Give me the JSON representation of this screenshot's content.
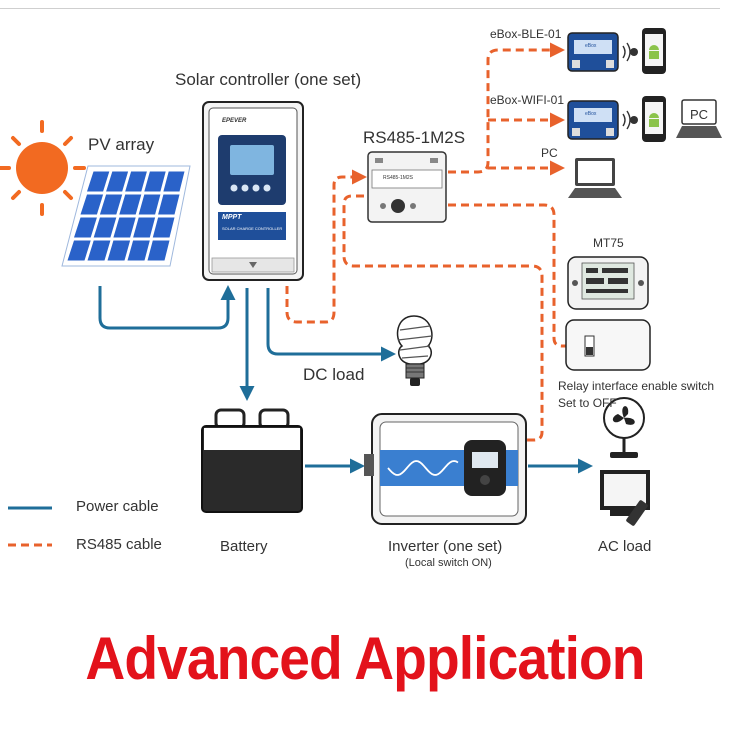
{
  "labels": {
    "pv_array": "PV array",
    "solar_controller": "Solar controller (one set)",
    "rs485_module": "RS485-1M2S",
    "ebox_ble": "eBox-BLE-01",
    "ebox_wifi": "eBox-WIFI-01",
    "pc_top": "PC",
    "pc_mid": "PC",
    "mt75": "MT75",
    "dc_load": "DC load",
    "relay_line1": "Relay interface enable switch",
    "relay_line2": "Set to OFF",
    "battery": "Battery",
    "inverter": "Inverter (one set)",
    "inverter_note": "(Local switch ON)",
    "ac_load": "AC load"
  },
  "legend": {
    "power_cable": "Power cable",
    "rs485_cable": "RS485 cable"
  },
  "device_text": {
    "controller_brand": "EPEVER",
    "controller_mppt": "MPPT",
    "controller_sub": "SOLAR CHARGE CONTROLLER",
    "rs485_module_small": "RS485-1M2S",
    "ebox_small": "eBox"
  },
  "headline": "Advanced Application",
  "colors": {
    "power_cable": "#1f6e99",
    "rs485_cable": "#e8622c",
    "headline": "#e3121b",
    "solar_panel": "#2a62c9",
    "sun": "#f26a21"
  },
  "icons": [
    "sun-icon",
    "solar-panel-icon",
    "controller-icon",
    "module-icon",
    "ebox-icon",
    "phone-icon",
    "laptop-icon",
    "meter-icon",
    "relay-box-icon",
    "bulb-icon",
    "battery-icon",
    "inverter-icon",
    "fan-icon",
    "tv-icon"
  ]
}
